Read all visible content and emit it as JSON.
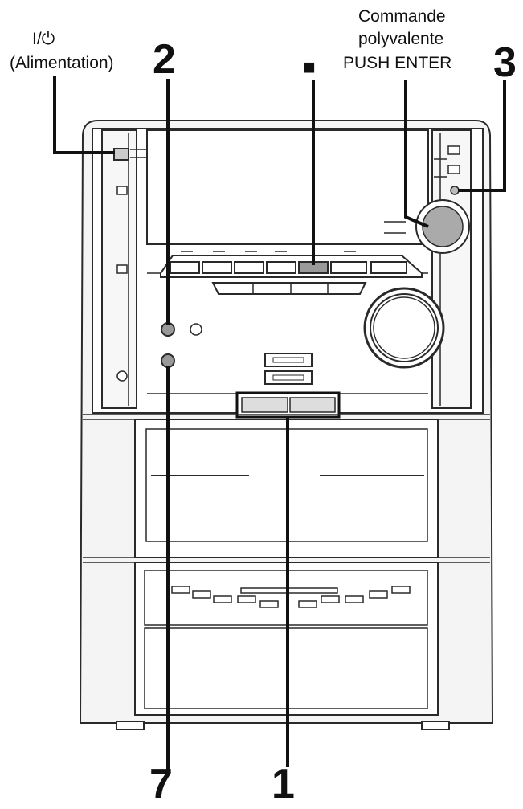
{
  "labels": {
    "power_symbol": "I/⏻",
    "power_text": "(Alimentation)",
    "num_2": "2",
    "stop_symbol": "■",
    "commande_line1": "Commande",
    "commande_line2": "polyvalente",
    "commande_line3": "PUSH ENTER",
    "num_3": "3",
    "num_7": "7",
    "num_1": "1"
  },
  "colors": {
    "line": "#111111",
    "stroke": "#2a2a2a",
    "body_fill": "#f4f4f4",
    "panel_fill": "#ffffff"
  }
}
